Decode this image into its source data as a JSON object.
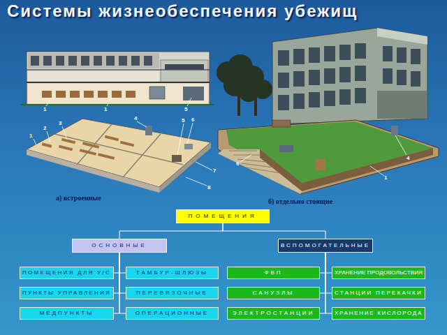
{
  "diagram": {
    "title": "Системы жизнеобеспечения убежищ",
    "nodes": [
      {
        "text": [
          "ПОМЕЩЕНИЯ"
        ]
      },
      {
        "text": [
          "ОСНОВНЫЕ"
        ]
      },
      {
        "text": [
          "ВСПОМОГАТЕЛЬНЫЕ"
        ]
      },
      {
        "text": [
          "ПОМЕЩЕНИЯ ДЛЯ У/С"
        ]
      },
      {
        "text": [
          "ТАМБУР-ШЛЮЗЫ"
        ]
      },
      {
        "text": [
          "ФВП"
        ]
      },
      {
        "text": [
          "ХРАНЕНИЕ ПРОДОВОЛЬСТВИЯ"
        ]
      },
      {
        "text": [
          "ПУНКТЫ УПРАВЛЕНИЯ"
        ]
      },
      {
        "text": [
          "ПЕРЕВЯЗОЧНЫЕ"
        ]
      },
      {
        "text": [
          "САНУЗЛЫ"
        ]
      },
      {
        "text": [
          "СТАНЦИИ ПЕРЕКАЧКИ"
        ]
      },
      {
        "text": [
          "МЕДПУНКТЫ"
        ]
      },
      {
        "text": [
          "ОПЕРАЦИОННЫЕ"
        ]
      },
      {
        "text": [
          "ЭЛЕКТРОСТАНЦИИ"
        ]
      },
      {
        "text": [
          "ХРАНЕНИЕ КИСЛОРОДА"
        ]
      }
    ],
    "edges": [
      {
        "from": 0,
        "to": 1,
        "arrow": "none"
      },
      {
        "from": 0,
        "to": 2,
        "arrow": "none"
      },
      {
        "from": 1,
        "to": 3,
        "arrow": "none"
      },
      {
        "from": 1,
        "to": 4,
        "arrow": "none"
      },
      {
        "from": 1,
        "to": 7,
        "arrow": "none"
      },
      {
        "from": 1,
        "to": 8,
        "arrow": "none"
      },
      {
        "from": 1,
        "to": 11,
        "arrow": "none"
      },
      {
        "from": 1,
        "to": 12,
        "arrow": "none"
      },
      {
        "from": 2,
        "to": 5,
        "arrow": "none"
      },
      {
        "from": 2,
        "to": 6,
        "arrow": "none"
      },
      {
        "from": 2,
        "to": 9,
        "arrow": "none"
      },
      {
        "from": 2,
        "to": 10,
        "arrow": "none"
      },
      {
        "from": 2,
        "to": 13,
        "arrow": "none"
      },
      {
        "from": 2,
        "to": 14,
        "arrow": "none"
      }
    ],
    "labels": [
      "а) встроенные",
      "б) отдельно стоящие",
      "1",
      "1",
      "5",
      "1",
      "2",
      "3",
      "4",
      "5",
      "6",
      "7",
      "8",
      "4",
      "6",
      "1"
    ]
  }
}
